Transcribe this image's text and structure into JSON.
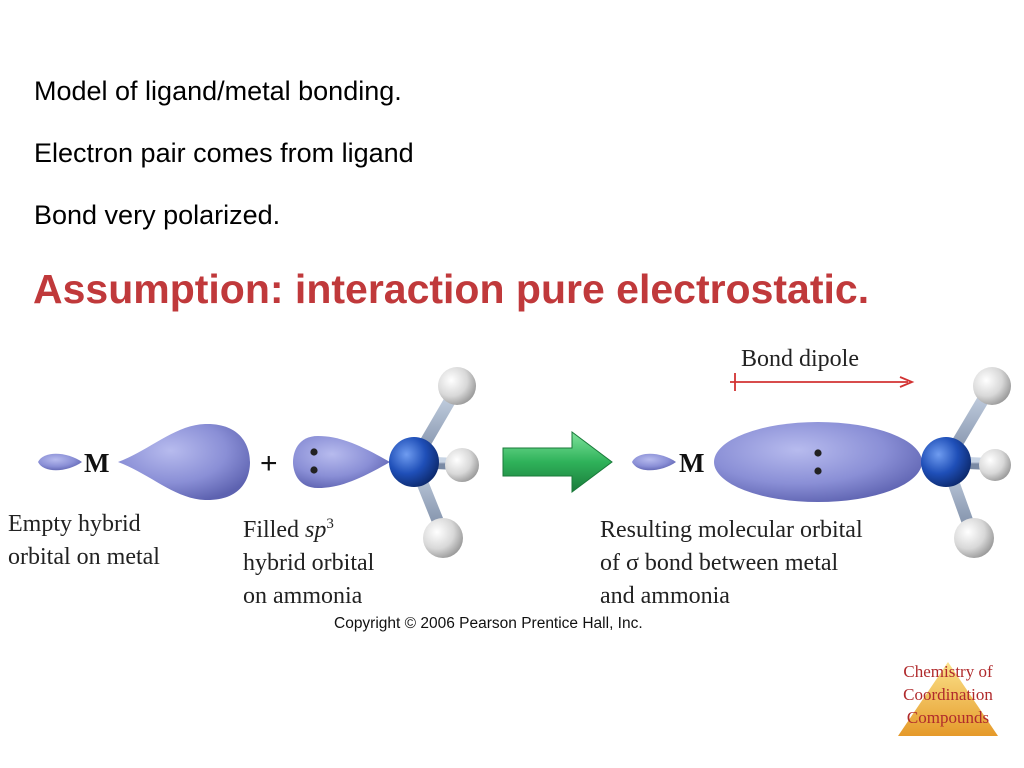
{
  "bullets": [
    "Model of ligand/metal bonding.",
    "Electron pair comes from ligand",
    "Bond very polarized."
  ],
  "assumption": "Assumption:  interaction pure electrostatic.",
  "figure": {
    "metal_symbol": "M",
    "plus_sign": "+",
    "bond_dipole_label": "Bond dipole",
    "caption_empty": [
      "Empty hybrid",
      "orbital on metal"
    ],
    "caption_filled": {
      "line1_prefix": "Filled ",
      "line1_italic": "sp",
      "line1_sup": "3",
      "line2": "hybrid orbital",
      "line3": "on ammonia"
    },
    "caption_result": [
      "Resulting molecular orbital",
      "of σ bond between metal",
      "and ammonia"
    ],
    "colors": {
      "orbital": "#8a8fd6",
      "nitrogen": "#1f4fb8",
      "hydrogen": "#dcdcdc",
      "arrow": "#2fb25a",
      "dipole_arrow": "#d23232"
    }
  },
  "copyright": "Copyright © 2006 Pearson Prentice Hall, Inc.",
  "badge": [
    "Chemistry of",
    "Coordination",
    "Compounds"
  ],
  "badge_color": "#f2b63c"
}
